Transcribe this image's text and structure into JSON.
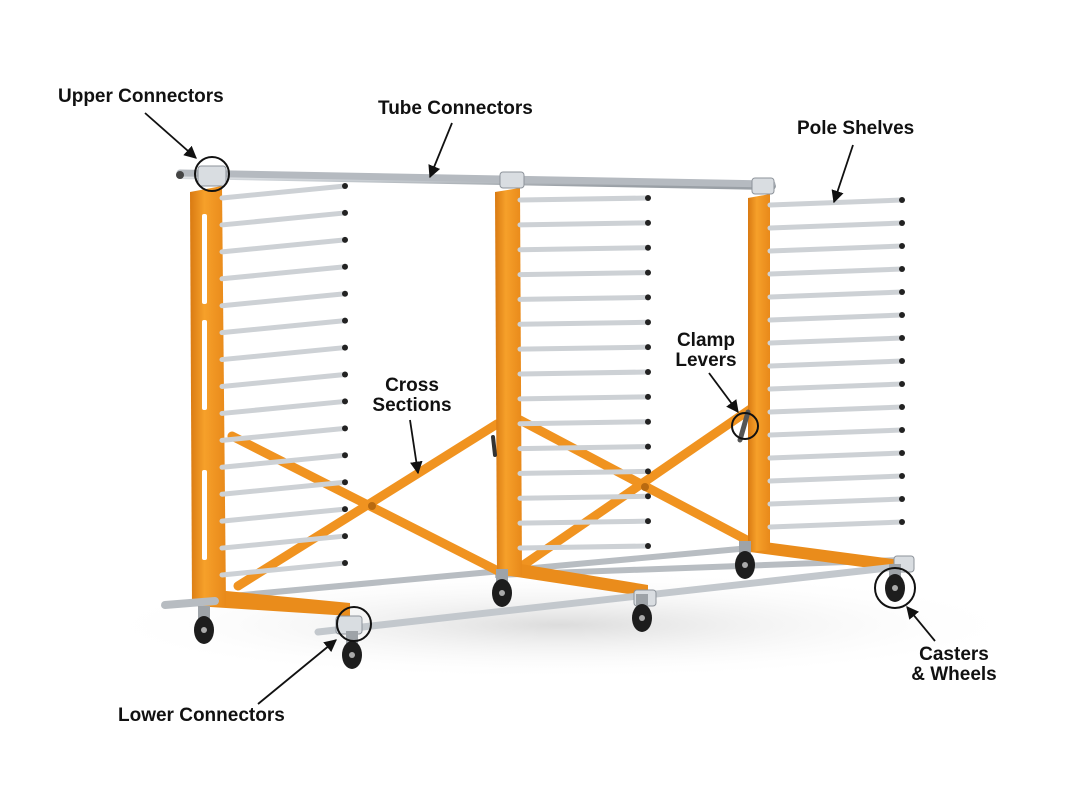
{
  "diagram": {
    "labels": {
      "upper_connectors": "Upper Connectors",
      "tube_connectors": "Tube Connectors",
      "pole_shelves": "Pole Shelves",
      "clamp_levers": [
        "Clamp",
        "Levers"
      ],
      "cross_sections": [
        "Cross",
        "Sections"
      ],
      "lower_connectors": "Lower Connectors",
      "casters_wheels": [
        "Casters",
        "& Wheels"
      ]
    },
    "colors": {
      "frame_orange": "#f3951e",
      "frame_orange_dark": "#c8710f",
      "tube_silver": "#cfd3d7",
      "pole_end": "#222222",
      "label_text": "#111111",
      "annotation_line": "#111111"
    }
  }
}
